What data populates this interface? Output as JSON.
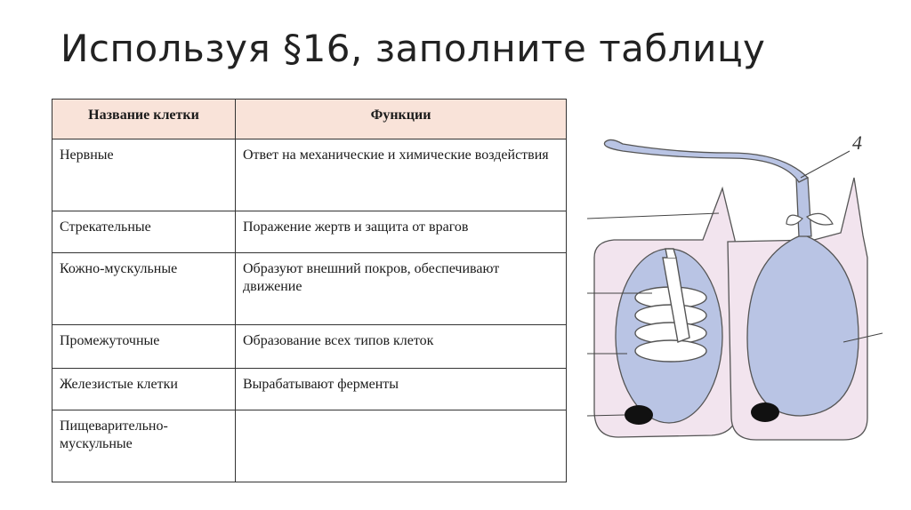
{
  "slide": {
    "title": "Используя §16, заполните таблицу"
  },
  "table": {
    "headers": [
      "Название клетки",
      "Функции"
    ],
    "rows": [
      {
        "name": "Нервные",
        "function": "Ответ на механические и химические воздействия"
      },
      {
        "name": "Стрекательные",
        "function": "Поражение жертв и защита от врагов"
      },
      {
        "name": "Кожно-мускульные",
        "function": "Образуют внешний покров, обеспечивают движение"
      },
      {
        "name": "Промежуточные",
        "function": "Образование всех типов клеток"
      },
      {
        "name": "Железистые клетки",
        "function": "Вырабатывают ферменты"
      },
      {
        "name": "Пищеварительно-мускульные",
        "function": ""
      }
    ]
  },
  "figure": {
    "label": "4",
    "colors": {
      "cell_fill": "#f2e4ee",
      "cell_stroke": "#555555",
      "capsule_fill": "#b9c4e4",
      "nucleus_fill": "#111111"
    }
  }
}
